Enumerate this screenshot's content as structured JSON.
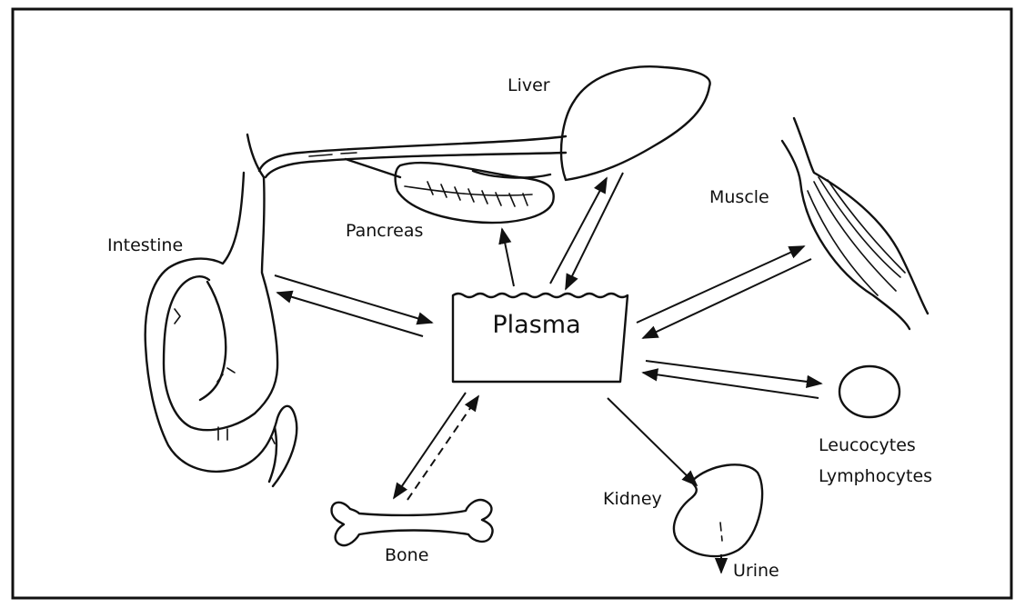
{
  "diagram": {
    "center": "Plasma",
    "organs": {
      "liver": "Liver",
      "pancreas": "Pancreas",
      "intestine": "Intestine",
      "muscle": "Muscle",
      "leucocytes": "Leucocytes",
      "lymphocytes": "Lymphocytes",
      "kidney": "Kidney",
      "urine": "Urine",
      "bone": "Bone"
    }
  }
}
